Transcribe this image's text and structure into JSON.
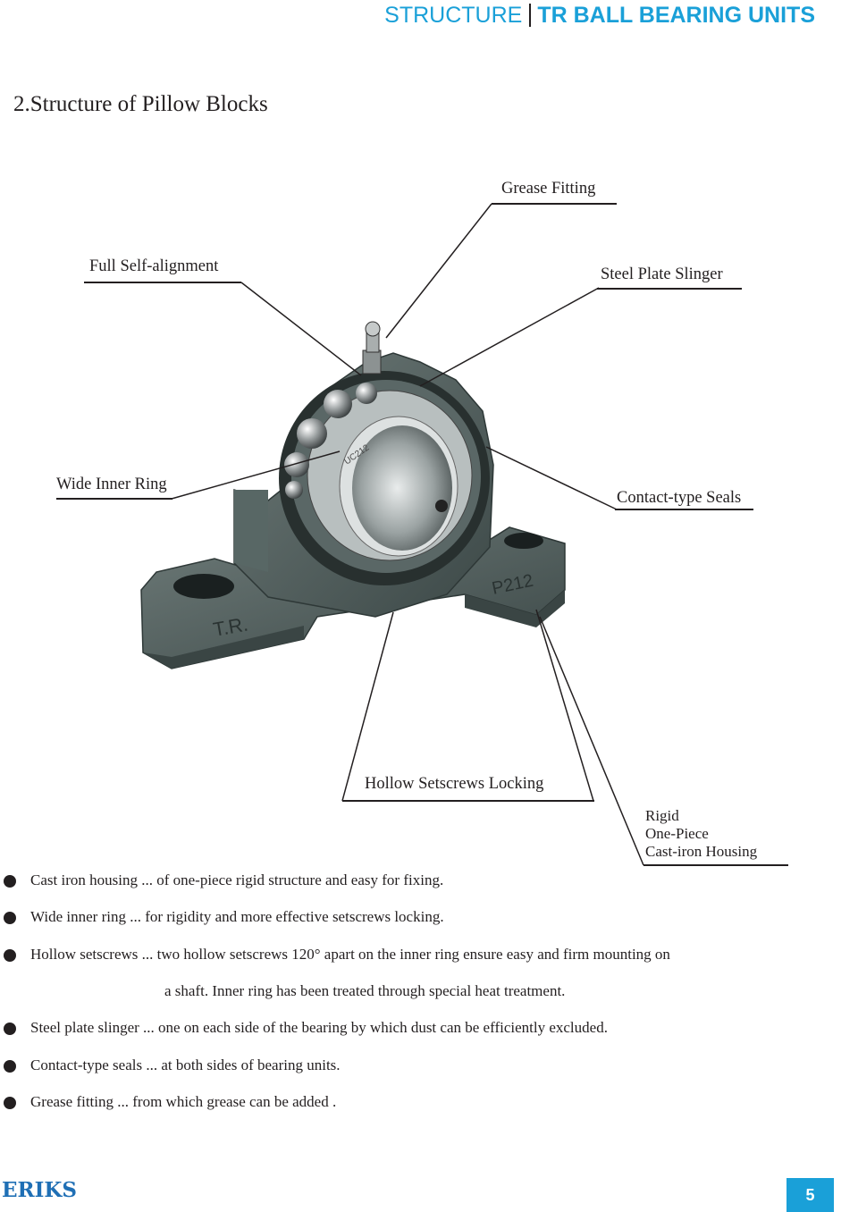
{
  "header": {
    "section": "STRUCTURE",
    "title": "TR BALL BEARING UNITS"
  },
  "page_title": "2.Structure of  Pillow Blocks",
  "callouts": {
    "grease_fitting": "Grease Fitting",
    "full_self_alignment": "Full Self-alignment",
    "steel_plate_slinger": "Steel Plate Slinger",
    "wide_inner_ring": "Wide Inner Ring",
    "contact_type_seals": "Contact-type Seals",
    "hollow_setscrews_locking": "Hollow Setscrews Locking",
    "rigid_housing": [
      "Rigid",
      "One-Piece",
      "Cast-iron Housing"
    ]
  },
  "housing_marks": {
    "brand": "T.R.",
    "model": "P212",
    "bearing": "UC212"
  },
  "features": [
    {
      "text": "Cast iron housing ... of one-piece rigid structure and easy for fixing."
    },
    {
      "text": "Wide inner ring ... for rigidity and more effective setscrews locking."
    },
    {
      "text": "Hollow setscrews ... two hollow setscrews 120°  apart on the inner ring ensure easy and firm mounting on",
      "continuation": "a shaft. Inner ring has been treated  through special heat treatment."
    },
    {
      "text": "Steel plate slinger ... one on each side of the bearing by which dust can be efficiently excluded."
    },
    {
      "text": "Contact-type seals ... at both sides of bearing units."
    },
    {
      "text": "Grease fitting ... from which grease can be added ."
    }
  ],
  "footer": {
    "logo": "ERIKS",
    "page_number": "5"
  },
  "colors": {
    "accent": "#1aa0d8",
    "logo": "#1f6fb5",
    "housing": "#4f5f5d"
  }
}
